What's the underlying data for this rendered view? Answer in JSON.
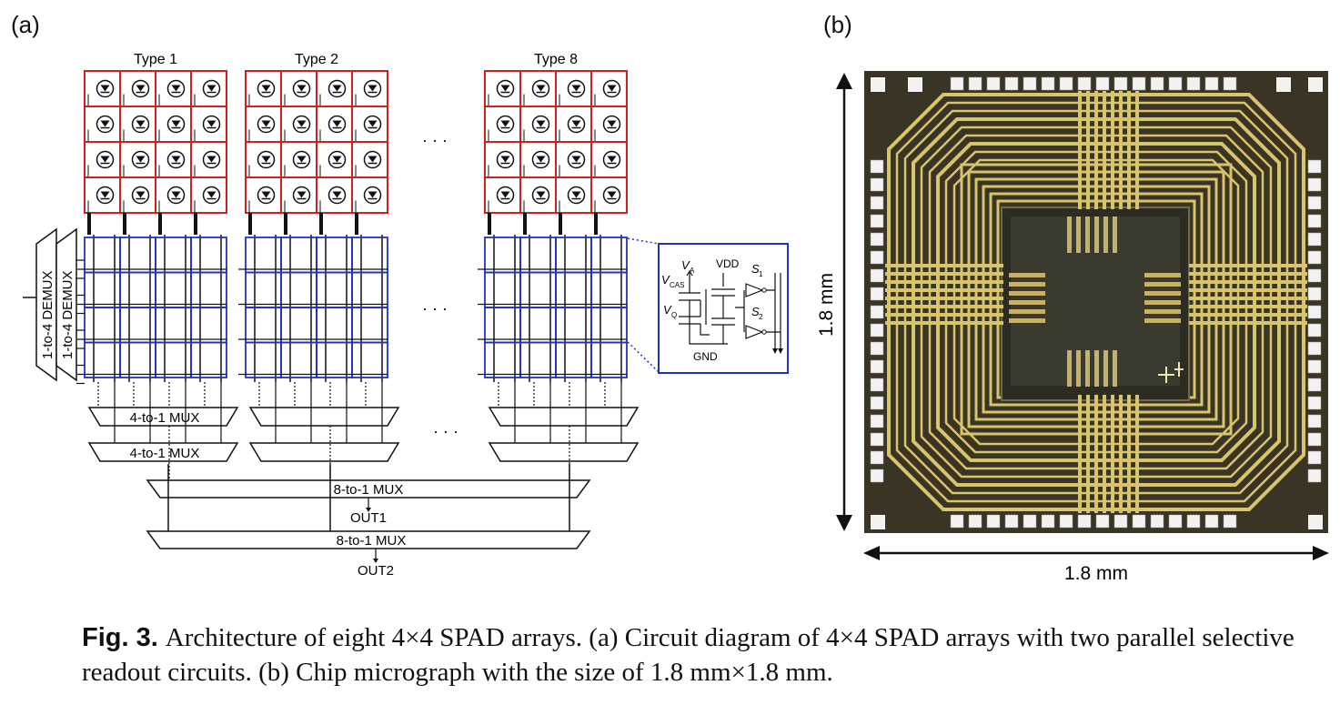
{
  "panel_a": {
    "label": "(a)",
    "arrays": [
      {
        "title": "Type 1"
      },
      {
        "title": "Type 2"
      },
      {
        "title": "Type 8"
      }
    ],
    "ellipsis": "· · ·",
    "demux_label": "1-to-4 DEMUX",
    "mux4_label": "4-to-1 MUX",
    "mux8_label": "8-to-1 MUX",
    "out1": "OUT1",
    "out2": "OUT2",
    "inset": {
      "va": "V",
      "va_sub": "A",
      "vcas": "V",
      "vcas_sub": "CAS",
      "vq": "V",
      "vq_sub": "Q",
      "vdd": "VDD",
      "gnd": "GND",
      "s1": "S",
      "s1_sub": "1",
      "s2": "S",
      "s2_sub": "2"
    },
    "colors": {
      "spad_grid": "#cc2222",
      "readout_grid": "#2233bb",
      "wire": "#111111"
    }
  },
  "panel_b": {
    "label": "(b)",
    "dim_vertical": "1.8 mm",
    "dim_horizontal": "1.8 mm",
    "colors": {
      "die": "#3a3424",
      "metal": "#d8c46a",
      "core": "#2c2c22",
      "pad": "#f2f2f2"
    }
  },
  "caption": {
    "fig_label": "Fig. 3.",
    "text": "Architecture of eight 4×4 SPAD arrays. (a) Circuit diagram of 4×4 SPAD arrays with two parallel selective readout circuits. (b) Chip micrograph with the size of 1.8 mm×1.8 mm."
  }
}
